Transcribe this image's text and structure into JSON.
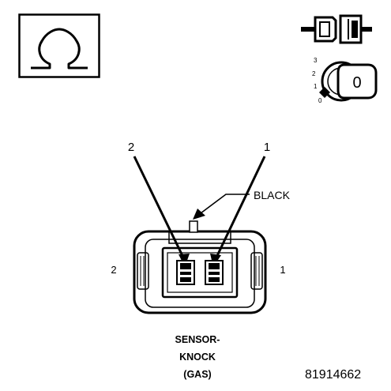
{
  "icons": {
    "ohmmeter": "ohm-symbol-icon",
    "connector_disconnect": "connector-disconnect-icon",
    "ignition_key": "ignition-key-icon"
  },
  "ignition": {
    "positions": [
      "3",
      "2",
      "1",
      "0"
    ],
    "key_label": "0"
  },
  "diagram": {
    "pin_callout_left": "2",
    "pin_callout_right": "1",
    "color_label": "BLACK",
    "side_label_left": "2",
    "side_label_right": "1"
  },
  "caption": {
    "line1": "SENSOR-",
    "line2": "KNOCK",
    "line3": "(GAS)"
  },
  "figure_number": "81914662"
}
